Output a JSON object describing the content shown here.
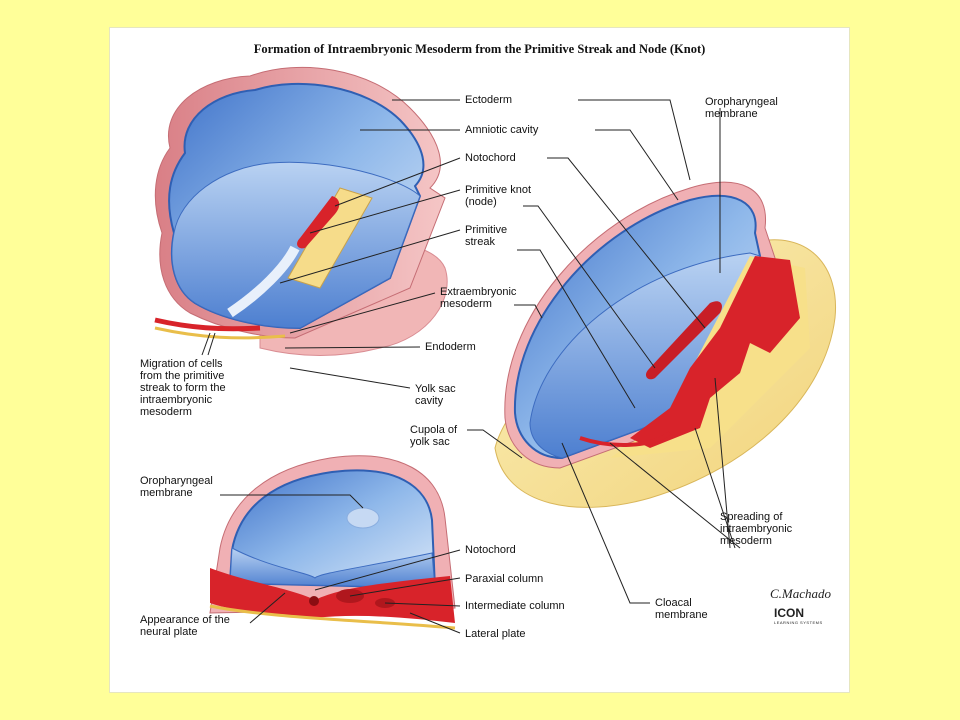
{
  "title": "Formation of Intraembryonic Mesoderm from the Primitive Streak and Node (Knot)",
  "labels": {
    "ectoderm": "Ectoderm",
    "amniotic_cavity": "Amniotic cavity",
    "notochord_top": "Notochord",
    "primitive_knot": "Primitive knot\n(node)",
    "primitive_streak": "Primitive\nstreak",
    "extraembryonic_mesoderm": "Extraembryonic\nmesoderm",
    "endoderm": "Endoderm",
    "migration": "Migration of cells\nfrom the primitive\nstreak to form the\nintraembryonic\nmesoderm",
    "yolk_sac_cavity": "Yolk sac\ncavity",
    "oropharyngeal_right": "Oropharyngeal\nmembrane",
    "cupola": "Cupola of\nyolk sac",
    "spreading": "Spreading of\nintraembryonic\nmesoderm",
    "cloacal": "Cloacal\nmembrane",
    "oropharyngeal_bottom": "Oropharyngeal\nmembrane",
    "notochord_bottom": "Notochord",
    "paraxial": "Paraxial column",
    "intermediate": "Intermediate column",
    "lateral": "Lateral plate",
    "neural_plate": "Appearance of the\nneural plate"
  },
  "signature": "C.Machado",
  "logo": "ICON",
  "logo_sub": "LEARNING SYSTEMS",
  "colors": {
    "background": "#ffff99",
    "amnion_blue": "#7aa8e0",
    "ectoderm_pink": "#eaa6aa",
    "yolk": "#f7e28a",
    "mesoderm_red": "#d8232a"
  }
}
